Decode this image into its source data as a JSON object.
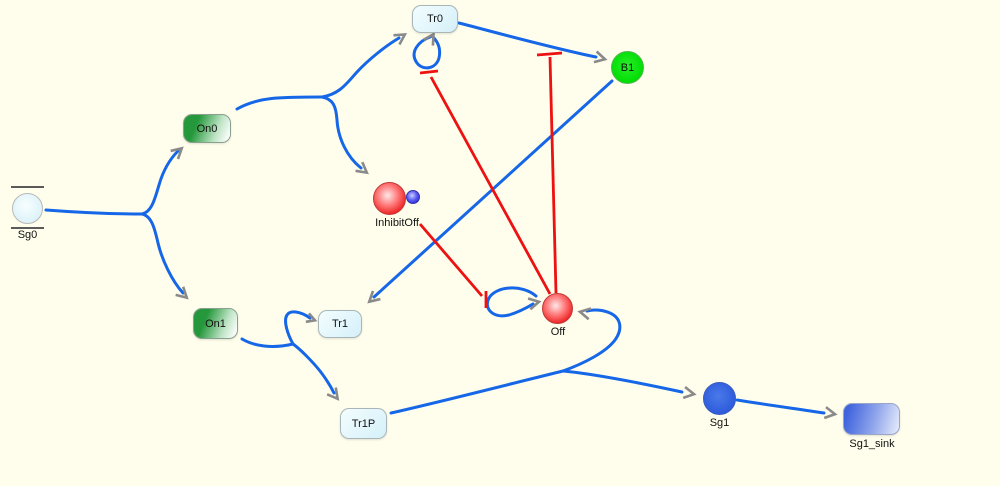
{
  "diagram": {
    "title": "reaction-network-diagram",
    "background_color": "#fffeec",
    "colors": {
      "activation_edge": "#1667e8",
      "inhibition_edge": "#ee1111",
      "arrowhead": "#8a8a8a",
      "state_green": "#26983c",
      "state_cyan": "#def4fb",
      "species_green": "#00dd04",
      "species_red": "#ea1212",
      "species_blue": "#2e5cdc"
    },
    "nodes": {
      "sg0": {
        "label": "Sg0",
        "type": "source-species"
      },
      "on0": {
        "label": "On0",
        "type": "state-box"
      },
      "on1": {
        "label": "On1",
        "type": "state-box"
      },
      "tr0": {
        "label": "Tr0",
        "type": "state-box"
      },
      "tr1": {
        "label": "Tr1",
        "type": "state-box"
      },
      "tr1p": {
        "label": "Tr1P",
        "type": "state-box"
      },
      "b1": {
        "label": "B1",
        "type": "species-circle"
      },
      "inhibitoff": {
        "label": "InhibitOff",
        "type": "species-sphere-pair"
      },
      "off": {
        "label": "Off",
        "type": "species-sphere"
      },
      "sg1": {
        "label": "Sg1",
        "type": "species-circle"
      },
      "sg1_sink": {
        "label": "Sg1_sink",
        "type": "sink-box"
      }
    },
    "edges": [
      {
        "from": "Sg0",
        "to": "On0",
        "type": "activation"
      },
      {
        "from": "Sg0",
        "to": "On1",
        "type": "activation"
      },
      {
        "from": "On0",
        "to": "Tr0",
        "type": "activation"
      },
      {
        "from": "On0",
        "to": "InhibitOff",
        "type": "activation"
      },
      {
        "from": "Tr0",
        "to": "Tr0",
        "type": "self-loop"
      },
      {
        "from": "Tr0",
        "to": "B1",
        "type": "activation"
      },
      {
        "from": "B1",
        "to": "Tr1",
        "type": "activation"
      },
      {
        "from": "On1",
        "to": "Tr1",
        "type": "activation"
      },
      {
        "from": "On1",
        "to": "Tr1P",
        "type": "activation"
      },
      {
        "from": "Off",
        "to": "Off",
        "type": "self-loop"
      },
      {
        "from": "Tr1P",
        "to": "Off",
        "type": "activation"
      },
      {
        "from": "Tr1P",
        "to": "Sg1",
        "type": "activation"
      },
      {
        "from": "Sg1",
        "to": "Sg1_sink",
        "type": "activation"
      },
      {
        "from": "Off",
        "to": "Tr0 self-loop",
        "type": "inhibition"
      },
      {
        "from": "Off",
        "to": "Tr0-B1 reaction",
        "type": "inhibition"
      },
      {
        "from": "InhibitOff",
        "to": "Off self-loop",
        "type": "inhibition"
      }
    ]
  }
}
